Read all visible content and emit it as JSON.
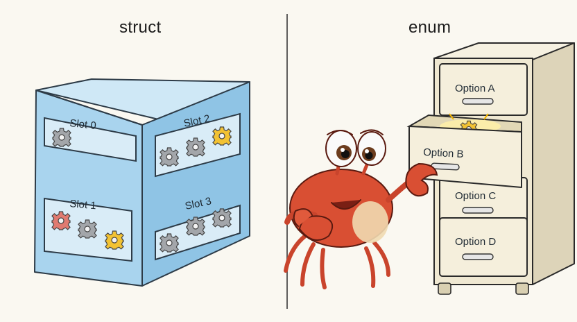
{
  "headings": {
    "left": "struct",
    "right": "enum"
  },
  "struct_box": {
    "slots": [
      {
        "label": "Slot 0",
        "gears": [
          "gray"
        ]
      },
      {
        "label": "Slot 2",
        "gears": [
          "gray",
          "gray",
          "yellow"
        ]
      },
      {
        "label": "Slot 1",
        "gears": [
          "red",
          "gray",
          "yellow"
        ]
      },
      {
        "label": "Slot 3",
        "gears": [
          "gray",
          "gray",
          "gray"
        ]
      }
    ]
  },
  "cabinet": {
    "drawers": [
      {
        "label": "Option A",
        "state": "closed"
      },
      {
        "label": "Option B",
        "state": "open",
        "contents": "glowing-gear"
      },
      {
        "label": "Option C",
        "state": "closed"
      },
      {
        "label": "Option D",
        "state": "closed"
      }
    ]
  },
  "colors": {
    "box": "#a9d4ee",
    "gray_gear": "#a3a6aa",
    "yellow_gear": "#f2c233",
    "red_gear": "#e07a70",
    "crab": "#d94f33",
    "cabinet": "#efe8d2"
  }
}
